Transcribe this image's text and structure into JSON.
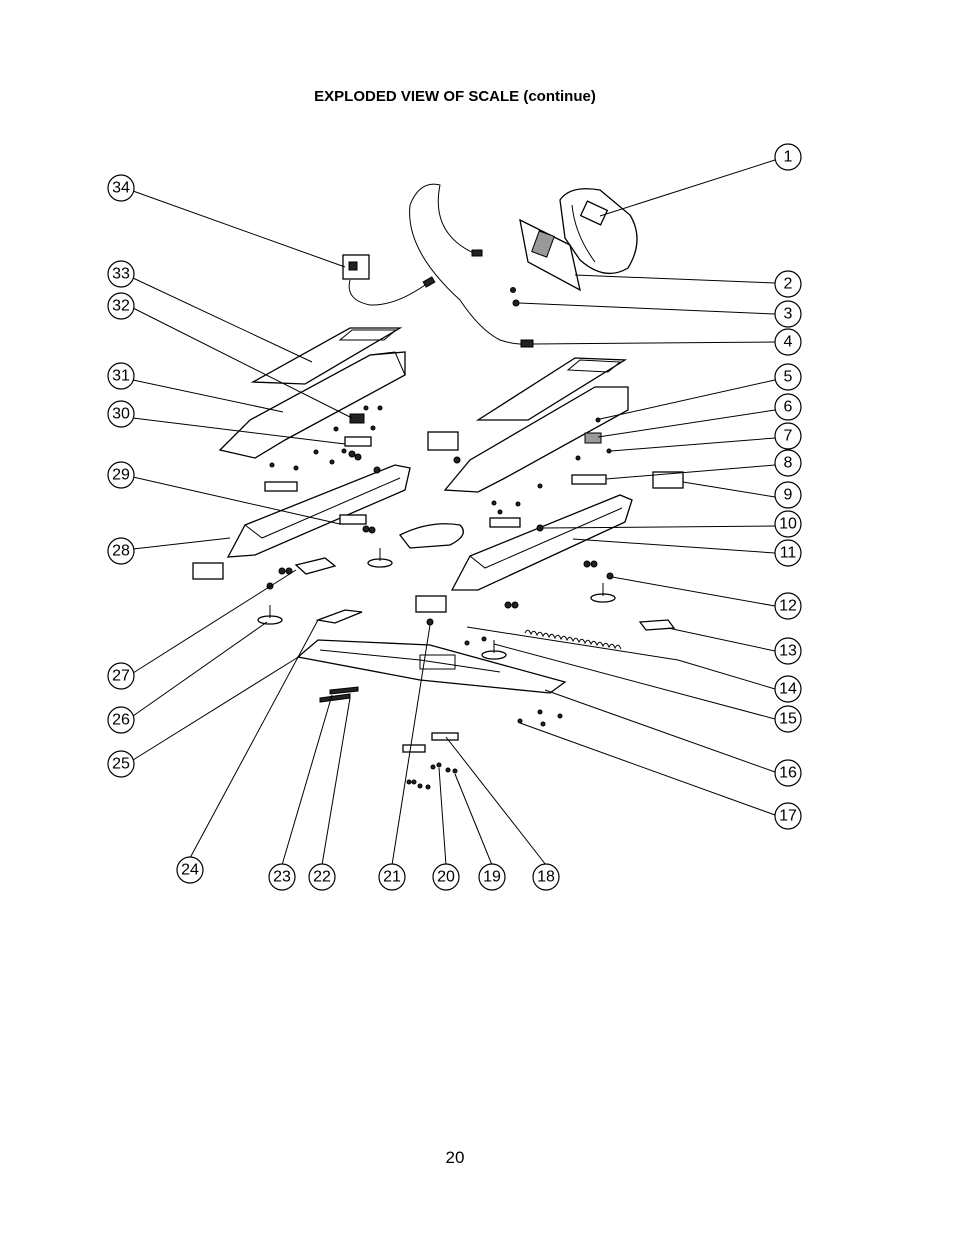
{
  "header": {
    "title": "EXPLODED VIEW OF SCALE (continue)"
  },
  "footer": {
    "page_number": "20"
  },
  "callouts": [
    {
      "label": "1"
    },
    {
      "label": "2"
    },
    {
      "label": "3"
    },
    {
      "label": "4"
    },
    {
      "label": "5"
    },
    {
      "label": "6"
    },
    {
      "label": "7"
    },
    {
      "label": "8"
    },
    {
      "label": "9"
    },
    {
      "label": "10"
    },
    {
      "label": "11"
    },
    {
      "label": "12"
    },
    {
      "label": "13"
    },
    {
      "label": "14"
    },
    {
      "label": "15"
    },
    {
      "label": "16"
    },
    {
      "label": "17"
    },
    {
      "label": "18"
    },
    {
      "label": "19"
    },
    {
      "label": "20"
    },
    {
      "label": "21"
    },
    {
      "label": "22"
    },
    {
      "label": "23"
    },
    {
      "label": "24"
    },
    {
      "label": "25"
    },
    {
      "label": "26"
    },
    {
      "label": "27"
    },
    {
      "label": "28"
    },
    {
      "label": "29"
    },
    {
      "label": "30"
    },
    {
      "label": "31"
    },
    {
      "label": "32"
    },
    {
      "label": "33"
    },
    {
      "label": "34"
    }
  ]
}
